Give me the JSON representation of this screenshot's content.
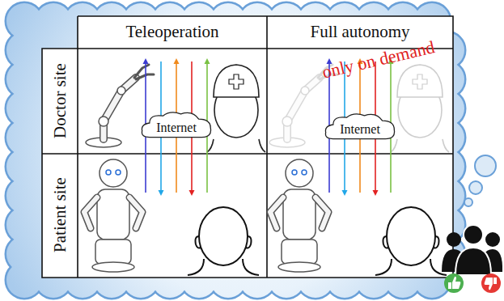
{
  "diagram": {
    "nodes": [
      {
        "text": [
          "Internet"
        ]
      },
      {
        "text": [
          "Internet"
        ]
      }
    ],
    "labels": [
      "Teleoperation",
      "Full autonomy",
      "Doctor site",
      "Patient site",
      "only on demand"
    ]
  }
}
